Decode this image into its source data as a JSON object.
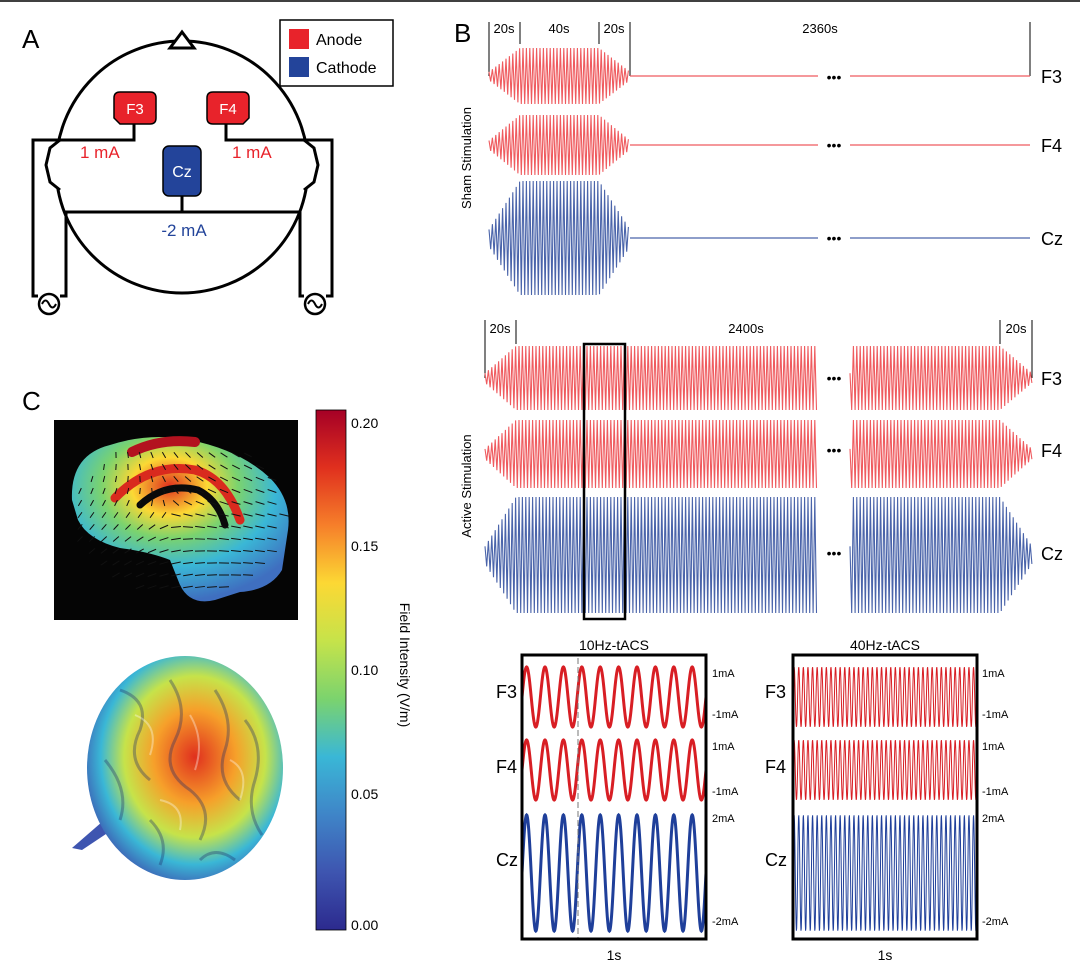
{
  "colors": {
    "anode": "#e8232b",
    "cathode": "#23449a",
    "wave_red": "#ef5b5f",
    "wave_blue": "#4a64aa",
    "sine_red": "#d81e24",
    "sine_blue": "#1f3f9a"
  },
  "panel_a": {
    "letter": "A",
    "legend": [
      {
        "label": "Anode",
        "color": "#e8232b"
      },
      {
        "label": "Cathode",
        "color": "#23449a"
      }
    ],
    "electrodes": [
      "F3",
      "F4",
      "Cz"
    ],
    "currents": {
      "f3": "1 mA",
      "f4": "1 mA",
      "cz": "-2 mA"
    }
  },
  "panel_b": {
    "letter": "B",
    "sham": {
      "title": "Sham Stimulation",
      "durations": [
        "20s",
        "40s",
        "20s",
        "2360s"
      ],
      "channels": [
        "F3",
        "F4",
        "Cz"
      ]
    },
    "active": {
      "title": "Active Stimulation",
      "durations": [
        "20s",
        "2400s",
        "20s"
      ],
      "channels": [
        "F3",
        "F4",
        "Cz"
      ]
    },
    "ellipsis": "•••",
    "insets": [
      {
        "title": "10Hz-tACS",
        "frequency_hz": 10,
        "time_label": "1s",
        "rows": [
          {
            "channel": "F3",
            "max": "1mA",
            "min": "-1mA"
          },
          {
            "channel": "F4",
            "max": "1mA",
            "min": "-1mA"
          },
          {
            "channel": "Cz",
            "max": "2mA",
            "min": "-2mA"
          }
        ]
      },
      {
        "title": "40Hz-tACS",
        "frequency_hz": 40,
        "time_label": "1s",
        "rows": [
          {
            "channel": "F3",
            "max": "1mA",
            "min": "-1mA"
          },
          {
            "channel": "F4",
            "max": "1mA",
            "min": "-1mA"
          },
          {
            "channel": "Cz",
            "max": "2mA",
            "min": "-2mA"
          }
        ]
      }
    ]
  },
  "panel_c": {
    "letter": "C",
    "colorbar": {
      "label": "Field Intensity (V/m)",
      "ticks": [
        "0.20",
        "0.15",
        "0.10",
        "0.05",
        "0.00"
      ],
      "colors": [
        "#a50026",
        "#e0301e",
        "#f67f2a",
        "#fcd834",
        "#c6e34a",
        "#7bd36e",
        "#3ab7d6",
        "#3f85c8",
        "#3e55b0",
        "#2c2a8e"
      ]
    }
  }
}
